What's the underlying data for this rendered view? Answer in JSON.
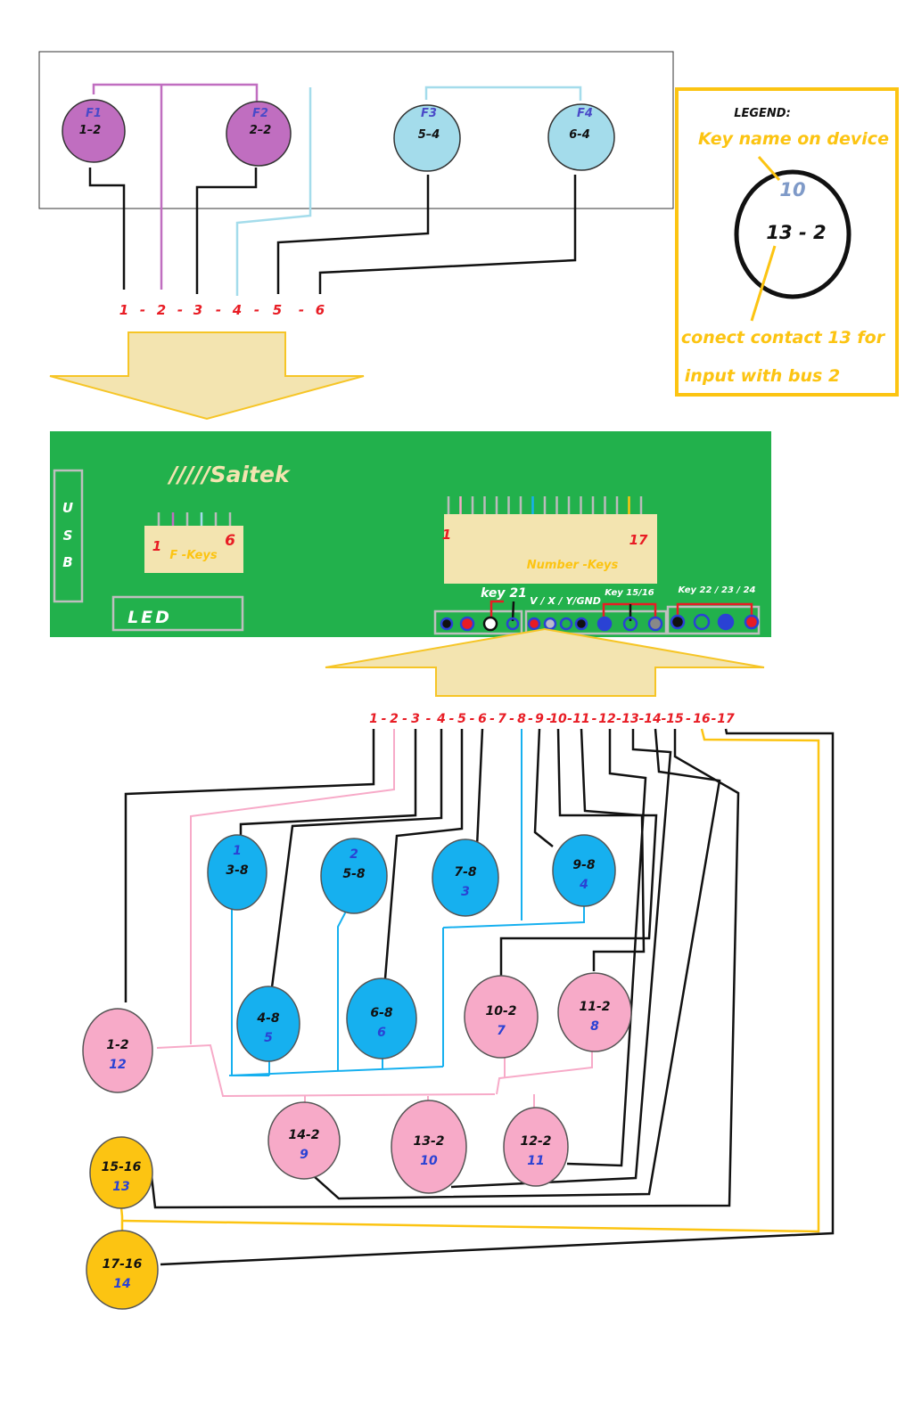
{
  "fkeys": [
    {
      "name": "F1",
      "code": "1–2"
    },
    {
      "name": "F2",
      "code": "2–2"
    },
    {
      "name": "F3",
      "code": "5–4"
    },
    {
      "name": "F4",
      "code": "6-4"
    }
  ],
  "top_contacts": [
    "1",
    "-",
    "2",
    "-",
    "3",
    "-",
    "4",
    "-",
    "5",
    "-",
    "6"
  ],
  "legend": {
    "title": "LEGEND:",
    "key_name_label": "Key name on device",
    "sample_number": "10",
    "sample_code": "13 - 2",
    "explain_line1": "conect contact 13 for",
    "explain_line2": "input with  bus 2"
  },
  "board": {
    "brand": "/////Saitek",
    "usb": [
      "U",
      "S",
      "B"
    ],
    "led": "LED",
    "fkeys_label": "F -Keys",
    "fkeys_first": "1",
    "fkeys_last": "6",
    "numkeys_label": "Number -Keys",
    "numkeys_first": "1",
    "numkeys_last": "17",
    "key21": "key 21",
    "vxy": "V  /  X / Y/GND",
    "key1516": "Key 15/16",
    "key222324": "Key 22  /  23  /  24"
  },
  "bottom_contacts": [
    "1",
    "2",
    "3",
    "4",
    "5",
    "6",
    "7",
    "8",
    "9",
    "10",
    "11",
    "12",
    "13",
    "14",
    "15",
    "16",
    "17"
  ],
  "number_keys": [
    {
      "code": "3-8",
      "num": "1"
    },
    {
      "code": "5-8",
      "num": "2"
    },
    {
      "code": "7-8",
      "num": "3"
    },
    {
      "code": "9-8",
      "num": "4"
    },
    {
      "code": "4-8",
      "num": "5"
    },
    {
      "code": "6-8",
      "num": "6"
    },
    {
      "code": "10-2",
      "num": "7"
    },
    {
      "code": "11-2",
      "num": "8"
    },
    {
      "code": "1-2",
      "num": "12"
    },
    {
      "code": "14-2",
      "num": "9"
    },
    {
      "code": "13-2",
      "num": "10"
    },
    {
      "code": "12-2",
      "num": "11"
    },
    {
      "code": "15-16",
      "num": "13"
    },
    {
      "code": "17-16",
      "num": "14"
    }
  ],
  "colors": {
    "purple": "#c06ec0",
    "light_blue": "#a4dceb",
    "blue": "#16b0ef",
    "pink": "#f7aac8",
    "yellow": "#fcc412",
    "green": "#22b14c",
    "arrow_fill": "#f3e4b0",
    "arrow_stroke": "#f6c526",
    "red_label": "#e81c24",
    "legend_yellow": "#fcc412"
  }
}
